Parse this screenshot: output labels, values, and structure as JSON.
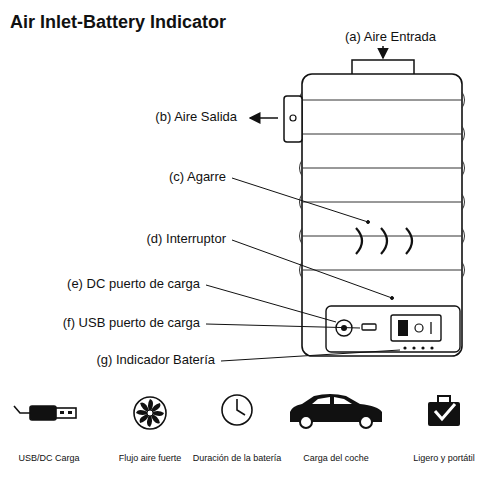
{
  "diagram": {
    "title": "Air Inlet-Battery Indicator",
    "labels": [
      "(a) Aire Entrada",
      "(b) Aire Salida",
      "(c) Agarre",
      "(d) Interruptor",
      "(e) DC puerto de carga",
      "(f) USB puerto de carga",
      "(g) Indicador Batería",
      "USB/DC Carga",
      "Flujo aire fuerte",
      "Duración de la batería",
      "Carga del coche",
      "Ligero y portátil"
    ]
  }
}
